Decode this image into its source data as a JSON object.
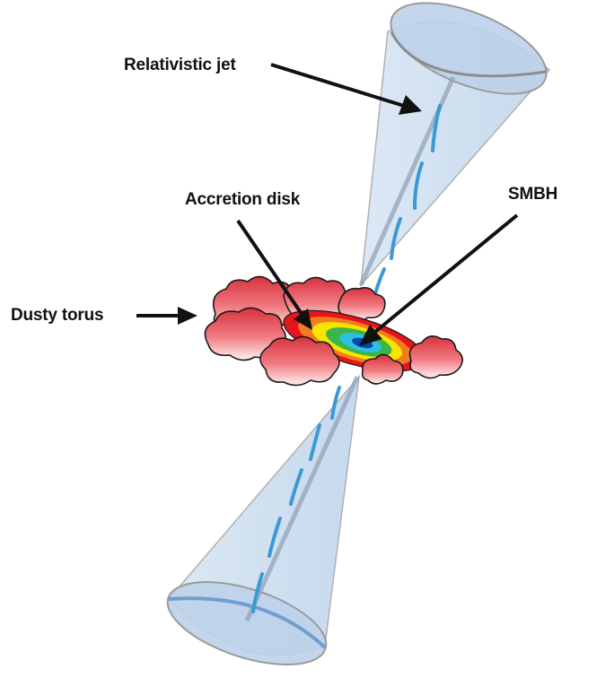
{
  "labels": {
    "jet": "Relativistic jet",
    "disk": "Accretion disk",
    "smbh": "SMBH",
    "torus": "Dusty torus"
  },
  "colors": {
    "cone_fill": "#c8d9ec",
    "cone_edge": "#a9a9a9",
    "jet_axis": "#8fa0b4",
    "jet_knots": "#3a9ad6",
    "cloud_top": "#d93b45",
    "cloud_bottom": "#ffe6e6",
    "disk_rings": [
      "#e8141b",
      "#f47b20",
      "#f9e400",
      "#3ab54a",
      "#2fc0e0",
      "#0049b0"
    ],
    "arrow": "#111111"
  },
  "icons": [
    "jet-cone-icon",
    "dusty-cloud-icon",
    "accretion-disk-icon",
    "arrow-icon"
  ]
}
